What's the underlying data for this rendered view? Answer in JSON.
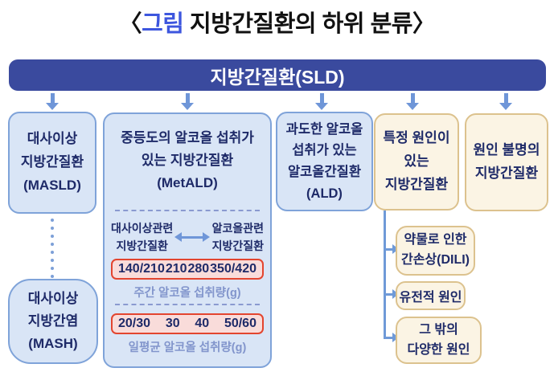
{
  "title": {
    "open": "〈",
    "highlight": "그림",
    "rest": " 지방간질환의 하위 분류〉"
  },
  "root": {
    "label": "지방간질환(SLD)"
  },
  "boxes": {
    "masld": {
      "text": "대사이상\n지방간질환\n(MASLD)"
    },
    "mash": {
      "text": "대사이상\n지방간염\n(MASH)"
    },
    "metald": {
      "title": "중등도의 알코올 섭취가\n있는 지방간질환\n(MetALD)",
      "left_label": "대사이상관련\n지방간질환",
      "right_label": "알코올관련\n지방간질환",
      "weekly": {
        "values": [
          "140/210",
          "210",
          "280",
          "350/420"
        ],
        "caption": "주간 알코올 섭취량(g)"
      },
      "daily": {
        "values": [
          "20/30",
          "30",
          "40",
          "50/60"
        ],
        "caption": "일평균 알코올 섭취량(g)"
      }
    },
    "ald": {
      "text": "과도한 알코올\n섭취가 있는\n알코올간질환\n(ALD)"
    },
    "specific": {
      "text": "특정 원인이\n있는\n지방간질환"
    },
    "unknown": {
      "text": "원인 불명의\n지방간질환"
    }
  },
  "branches": {
    "dili": {
      "text": "약물로 인한\n간손상(DILI)"
    },
    "genetic": {
      "text": "유전적 원인"
    },
    "other": {
      "text": "그 밖의\n다양한 원인"
    }
  },
  "icons": {
    "down_arrow": "↓",
    "double_arrow": "↔",
    "branch_arrow": "→",
    "dotted_connector": "⋮"
  },
  "colors": {
    "root_bar_bg": "#3A4A9E",
    "root_bar_text": "#FFFFFF",
    "blue_box_bg": "#D9E5F6",
    "blue_box_border": "#7FA3D9",
    "cream_box_bg": "#FBF4E4",
    "cream_box_border": "#DCC28E",
    "box_text": "#1E2A68",
    "arrow_blue": "#6F96D8",
    "dash_separator": "#8A9AD0",
    "caption_text": "#8295CC",
    "red_row_bg": "#F9DCDA",
    "red_row_border": "#E3452F",
    "title_highlight": "#3D56DE",
    "title_text": "#111111"
  }
}
